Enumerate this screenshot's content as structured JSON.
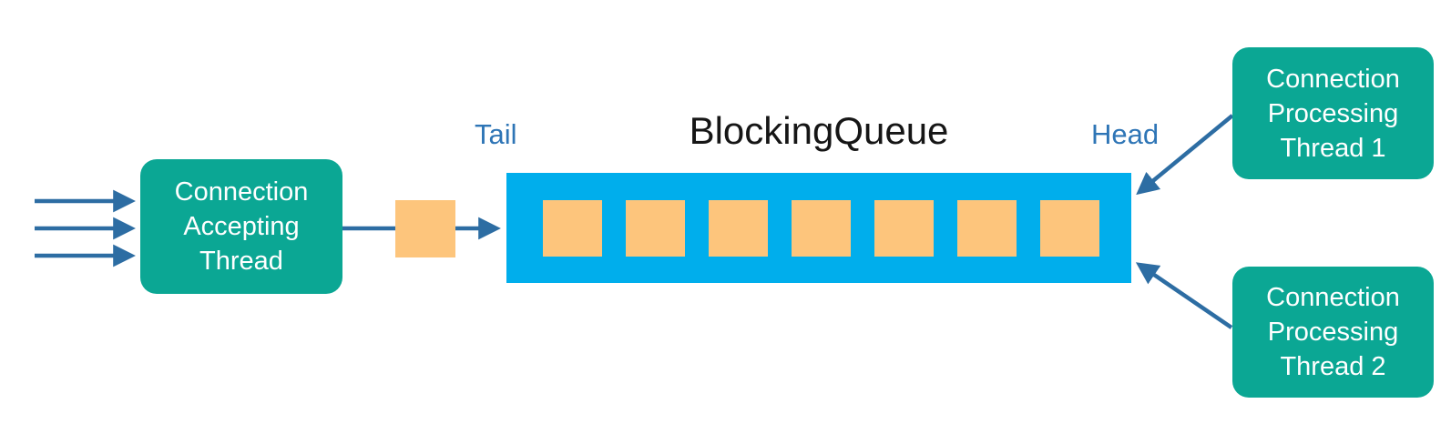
{
  "diagram": {
    "title": "BlockingQueue",
    "tail_label": "Tail",
    "head_label": "Head",
    "nodes": {
      "accepting_thread": "Connection\nAccepting\nThread",
      "processing_thread_1": "Connection\nProcessing\nThread 1",
      "processing_thread_2": "Connection\nProcessing\nThread 2"
    },
    "queue": {
      "slot_count": 7,
      "incoming_connection_arrows": 3
    },
    "colors": {
      "node_teal": "#0ba794",
      "node_text": "#ffffff",
      "queue_blue": "#00aeec",
      "slot_orange": "#fdc57c",
      "arrow_blue": "#2d6da3",
      "label_blue": "#2e75b6",
      "title_black": "#161616"
    }
  }
}
